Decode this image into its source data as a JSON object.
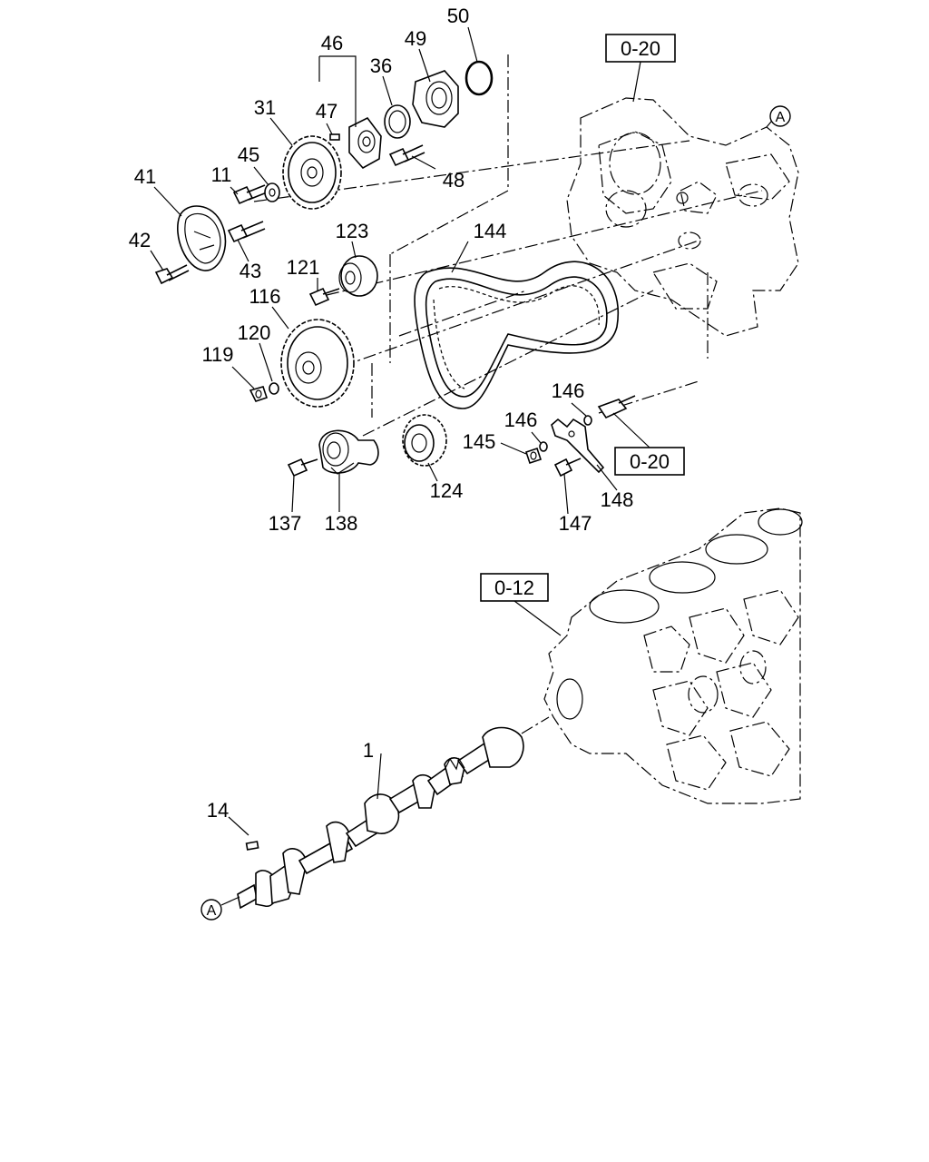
{
  "callouts": {
    "c1": "1",
    "c11": "11",
    "c14": "14",
    "c31": "31",
    "c36": "36",
    "c41": "41",
    "c42": "42",
    "c43": "43",
    "c45": "45",
    "c46": "46",
    "c47": "47",
    "c48": "48",
    "c49": "49",
    "c50": "50",
    "c116": "116",
    "c119": "119",
    "c120": "120",
    "c121": "121",
    "c123": "123",
    "c124": "124",
    "c137": "137",
    "c138": "138",
    "c144": "144",
    "c145": "145",
    "c146a": "146",
    "c146b": "146",
    "c147": "147",
    "c148": "148"
  },
  "references": {
    "top": "0-20",
    "right": "0-20",
    "block": "0-12"
  },
  "connectors": {
    "top": "A",
    "bottom": "A"
  }
}
